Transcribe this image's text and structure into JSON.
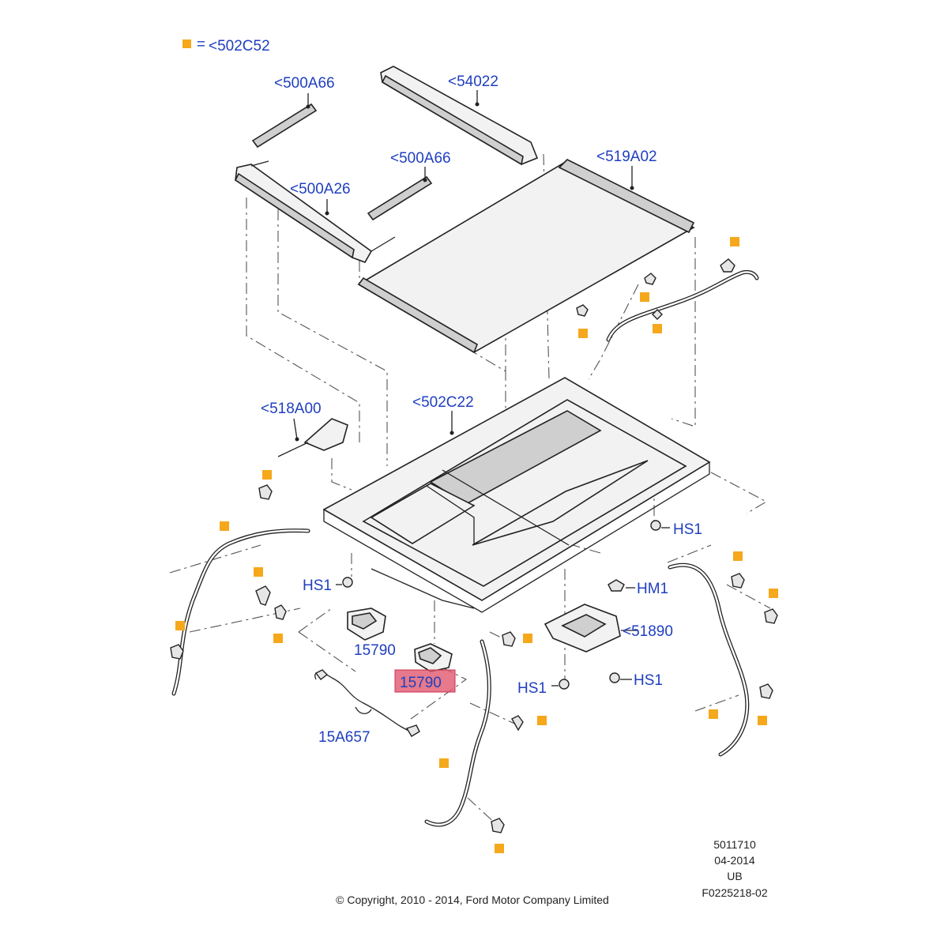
{
  "legend": {
    "equals": "=",
    "code": "<502C52"
  },
  "labels": {
    "roof_opening_panel_front": "<54022",
    "trim_strip_left": "<500A66",
    "trim_strip_right": "<500A66",
    "wind_deflector": "<500A26",
    "sunshade": "<519A02",
    "drain_tube": "<518A00",
    "frame": "<502C22",
    "screw_hs1_right": "HS1",
    "screw_hs1_left": "HS1",
    "nut_hm1": "HM1",
    "motor_left": "15790",
    "motor_highlighted": "15790",
    "bracket": "<51890",
    "screw_hs1_bottom_left": "HS1",
    "screw_hs1_bottom_right": "HS1",
    "wiring_harness": "15A657"
  },
  "highlight_color": "#e0576e",
  "marker_color": "#f5a81c",
  "label_color": "#1f3fbf",
  "reference": {
    "number": "5011710",
    "date": "04-2014",
    "code": "UB",
    "figure": "F0225218-02"
  },
  "copyright": "© Copyright, 2010 - 2014, Ford Motor Company Limited"
}
